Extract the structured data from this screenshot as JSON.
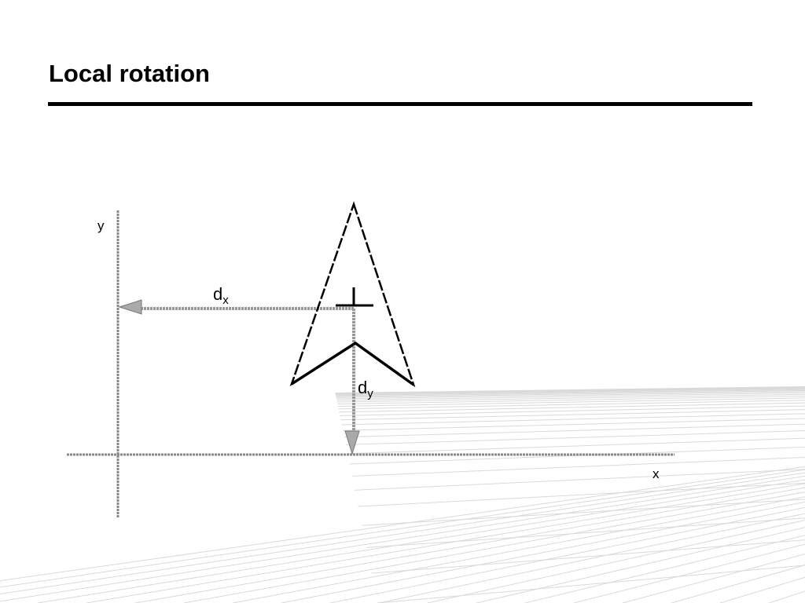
{
  "slide": {
    "title": "Local rotation"
  },
  "diagram": {
    "axis_y_label": "y",
    "axis_x_label": "x",
    "offset_x_label": {
      "base": "d",
      "sub": "x"
    },
    "offset_y_label": {
      "base": "d",
      "sub": "y"
    }
  },
  "colors": {
    "axis": "#888888",
    "arrow": "#999999",
    "outline": "#000000",
    "grid": "#d9d9d9"
  }
}
